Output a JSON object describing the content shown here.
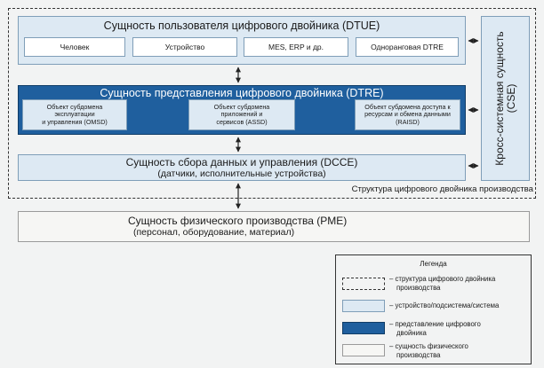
{
  "framework": {
    "label": "Структура цифрового двойника производства"
  },
  "dtue": {
    "title": "Сущность пользователя цифрового двойника (DTUE)",
    "items": [
      "Человек",
      "Устройство",
      "MES, ERP и др.",
      "Одноранговая DTRE"
    ]
  },
  "dtre": {
    "title": "Сущность представления цифрового двойника (DTRE)",
    "subdomains": [
      {
        "lines": [
          "Объект субдомена",
          "эксплуатации",
          "и управления (OMSD)"
        ]
      },
      {
        "lines": [
          "Объект субдомена",
          "приложений и",
          "сервисов (ASSD)"
        ]
      },
      {
        "lines": [
          "Объект субдомена доступа к",
          "ресурсам и обмена данными",
          "(RAISD)"
        ]
      }
    ]
  },
  "dcce": {
    "title": "Сущность сбора данных и управления (DCCE)",
    "subtitle": "(датчики, исполнительные устройства)"
  },
  "cse": {
    "title": "Кросс-системная сущность",
    "abbr": "(CSE)"
  },
  "pme": {
    "title": "Сущность физического производства (PME)",
    "subtitle": "(персонал, оборудование, материал)"
  },
  "legend": {
    "title": "Легенда",
    "items": [
      {
        "lines": [
          "– структура цифрового двойника",
          "производства"
        ]
      },
      {
        "lines": [
          "– устройство/подсистема/система"
        ]
      },
      {
        "lines": [
          "– представление цифрового",
          "двойника"
        ]
      },
      {
        "lines": [
          "– сущность физического",
          "производства"
        ]
      }
    ]
  },
  "colors": {
    "light_fill": "#dde9f3",
    "dark_fill": "#1f5f9e",
    "pme_fill": "#f6f6f4",
    "border": "#7f9eb8"
  }
}
